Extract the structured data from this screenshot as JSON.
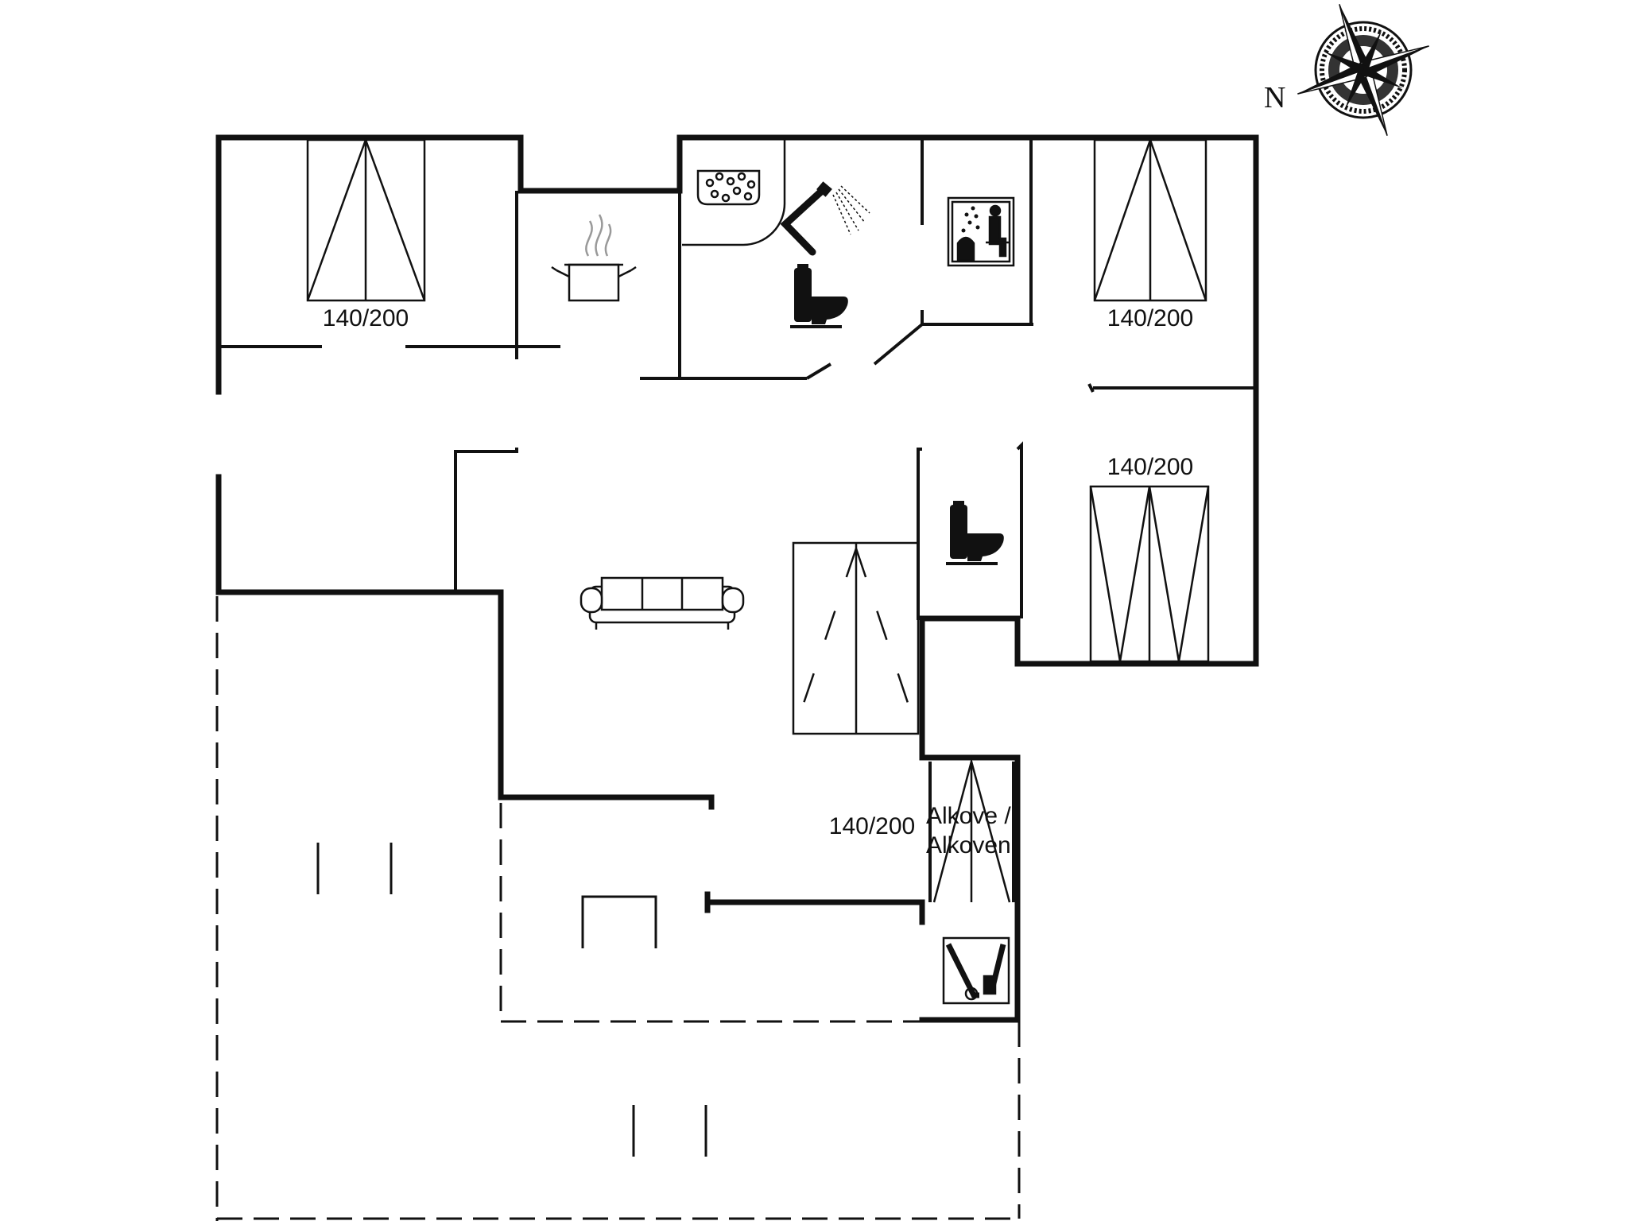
{
  "compass": {
    "north_label": "N"
  },
  "rooms": {
    "bedroom_top_left": {
      "bed_size": "140/200"
    },
    "bedroom_top_right": {
      "bed_size": "140/200"
    },
    "bedroom_right": {
      "bed_size": "140/200"
    },
    "alcove": {
      "bed_size": "140/200",
      "label_line1": "Alkove /",
      "label_line2": "Alkoven"
    }
  },
  "icons": [
    "compass-rose-icon",
    "kitchen-pot-icon",
    "spa-tub-icon",
    "shower-icon",
    "toilet-icon",
    "sauna-icon",
    "sofa-icon",
    "utility-icon"
  ],
  "colors": {
    "wall": "#111111",
    "background": "#ffffff"
  }
}
